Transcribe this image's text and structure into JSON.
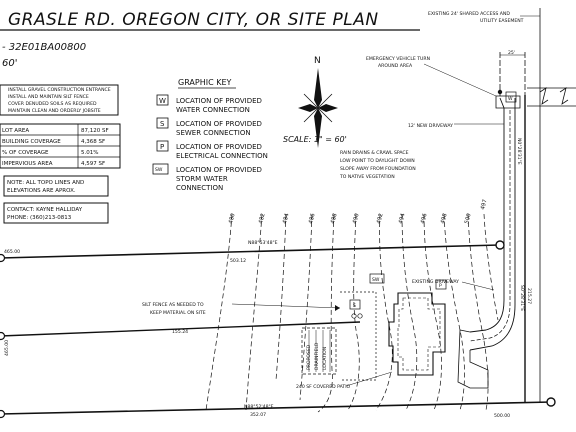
{
  "title": "GRASLE RD. OREGON CITY, OR SITE PLAN",
  "tax_lot": "- 32E01BA00800",
  "tax_lot_line2": "60'",
  "notes_box": [
    "INSTALL GRAVEL CONSTRUCTION ENTRANCE",
    "INSTALL AND MAINTAIN SILT FENCE",
    "COVER DENUDED SOILS AS REQUIRED",
    "MAINTAIN CLEAN AND ORDERLY JOBSITE"
  ],
  "area_table": [
    {
      "label": "LOT AREA",
      "value": "87,120 SF"
    },
    {
      "label": "BUILDING COVERAGE",
      "value": "4,368 SF"
    },
    {
      "label": "% OF COVERAGE",
      "value": "5.01%"
    },
    {
      "label": "IMPERVIOUS AREA",
      "value": "4,597 SF"
    }
  ],
  "topo_note": [
    "NOTE: ALL TOPO LINES AND",
    "ELEVATIONS ARE APROX."
  ],
  "contact": [
    "CONTACT: KAYNE HALLIDAY",
    "PHONE: (360)213-0813"
  ],
  "graphic_key": {
    "heading": "GRAPHIC KEY",
    "items": [
      {
        "symbol": "W",
        "lines": [
          "LOCATION OF PROVIDED",
          "WATER CONNECTION"
        ]
      },
      {
        "symbol": "S",
        "lines": [
          "LOCATION OF PROVIDED",
          "SEWER CONNECTION"
        ]
      },
      {
        "symbol": "P",
        "lines": [
          "LOCATION OF PROVIDED",
          "ELECTRICAL CONNECTION"
        ]
      },
      {
        "symbol": "SW",
        "lines": [
          "LOCATION OF PROVIDED",
          "STORM WATER",
          "CONNECTION"
        ]
      }
    ]
  },
  "north_label": "N",
  "scale": "SCALE: 1\" = 60'",
  "easement_label": [
    "EXISTING 24' SHARED ACCESS AND",
    "UTILITY EASEMENT"
  ],
  "turnaround_label": [
    "EMERGENCY VEHICLE TURN",
    "AROUND AREA"
  ],
  "driveway_label": "12' NEW DRIVEWAY",
  "drain_note": [
    "RAIN DRAINS & CRAWL SPACE",
    "LOW POINT TO DAYLIGHT DOWN",
    "SLOPE AWAY FROM FOUNDATION",
    "TO NATIVE VEGETATION"
  ],
  "silt_fence_label": [
    "SILT FENCE AS NEEDED TO",
    "KEEP MATERIAL ON SITE"
  ],
  "existing_driveway_label": "EXISTING DRIVEWAY",
  "covered_patio_label": "240 SF COVERED PATIO",
  "drainfield_label": [
    "PROPOSED",
    "DRAINFIELD",
    "LOCATION"
  ],
  "top_dim": "25'",
  "bearings": {
    "bearing_top": "N88°53'48\"E",
    "bearing_bottom": "N88°52'48\"E",
    "right_upper": "N0°28'31\"E",
    "right_lower": "S0°28'31\"E"
  },
  "distances": {
    "left_upper": "465.00",
    "left_upper_b": "503.12",
    "mid": "155.24",
    "left_lower": "465.00",
    "bottom": "500.00",
    "bottom_b": "352.07",
    "right": "215.27"
  },
  "contours": [
    "480",
    "482",
    "484",
    "486",
    "488",
    "490",
    "492",
    "494",
    "496",
    "498",
    "500",
    "497"
  ],
  "callouts": {
    "w": "W",
    "s": "S",
    "sw": "SW",
    "p": "P"
  }
}
